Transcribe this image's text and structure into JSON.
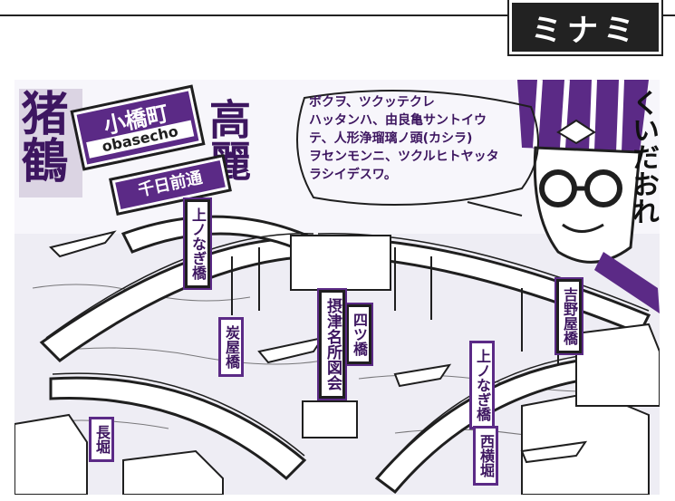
{
  "header": {
    "badge": "ミナミ"
  },
  "illustration": {
    "title_left_chars": "猪鶴",
    "title_right_chars": "高麗",
    "district": {
      "name": "小橋町",
      "romaji": "obasecho"
    },
    "street": {
      "name": "千日前通"
    },
    "speech_lines": [
      "ボクヲ、ツクッテクレ",
      "ハッタンハ、由良亀サントイウ",
      "テ、人形浄瑠璃ノ頭(カシラ)",
      "ヲセンモンニ、ツクルヒトヤッタ",
      "ラシイデスワ。"
    ],
    "character_caption": "くいだおれ",
    "bridge_labels": {
      "ueno_kibashi_top": "上ノなぎ橋",
      "ueno_kibashi_right": "上ノなぎ橋",
      "shiori_bashi": "炭屋橋",
      "yotsu_bashi": "四ツ橋",
      "settsu_meisho": "摂津名所図会",
      "yoshinoya_bashi": "吉野屋橋",
      "nagahori": "長堀",
      "nishi_yokobori": "西横堀"
    }
  },
  "colors": {
    "ink": "#1f1f1f",
    "purple": "#5b2a86",
    "purple_dark": "#3d1660"
  }
}
